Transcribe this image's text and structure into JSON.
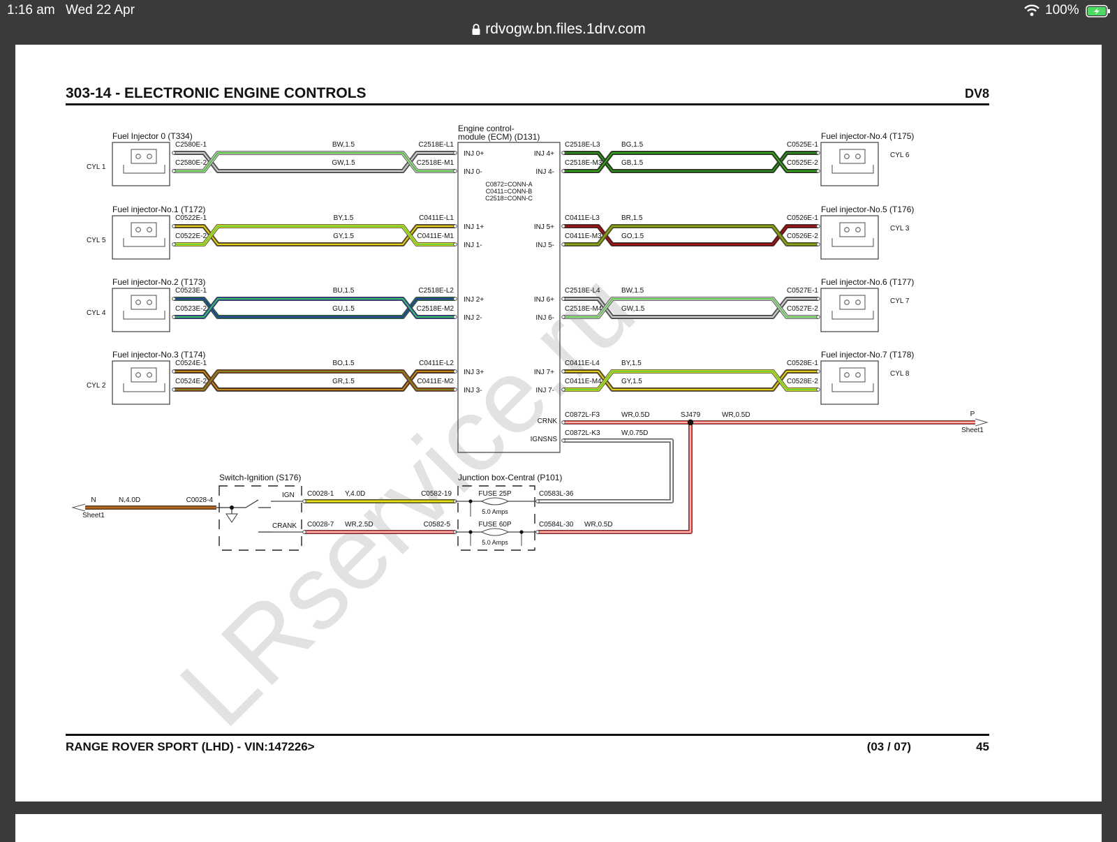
{
  "status_bar": {
    "time": "1:16 am",
    "date": "Wed 22 Apr",
    "url": "rdvogw.bn.files.1drv.com",
    "battery": "100%",
    "icons": [
      "wifi-icon",
      "battery-charging-icon",
      "lock-icon"
    ]
  },
  "header": {
    "title": "303-14 - ELECTRONIC ENGINE CONTROLS",
    "model": "DV8"
  },
  "footer": {
    "vehicle": "RANGE ROVER SPORT  (LHD) - VIN:147226>",
    "sheet": "(03 / 07)",
    "page": "45"
  },
  "watermark": "LRservice.ru",
  "ecm": {
    "title_line1": "Engine control-",
    "title_line2": "module (ECM) (D131)",
    "conn_lines": [
      "C0872=CONN-A",
      "C0411=CONN-B",
      "C2518=CONN-C"
    ],
    "pins_left": [
      "INJ 0+",
      "INJ 0-",
      "INJ 1+",
      "INJ 1-",
      "INJ 2+",
      "INJ 2-",
      "INJ 3+",
      "INJ 3-"
    ],
    "pins_right": [
      "INJ 4+",
      "INJ 4-",
      "INJ 5+",
      "INJ 5-",
      "INJ 6+",
      "INJ 6-",
      "INJ 7+",
      "INJ 7-",
      "CRNK",
      "IGNSNS"
    ]
  },
  "left_injectors": [
    {
      "title": "Fuel Injector 0 (T334)",
      "cyl": "CYL 1",
      "c1": "C2580E-1",
      "c2": "C2580E-2",
      "w1": "BW,1.5",
      "w2": "GW,1.5",
      "e1": "C2518E-L1",
      "e2": "C2518E-M1",
      "col1": [
        "#cfcfcf",
        "#5f5f5f"
      ],
      "col2": [
        "#4fbe3b",
        "#d0d0d0"
      ]
    },
    {
      "title": "Fuel injector-No.1 (T172)",
      "cyl": "CYL 5",
      "c1": "C0522E-1",
      "c2": "C0522E-2",
      "w1": "BY,1.5",
      "w2": "GY,1.5",
      "e1": "C0411E-L1",
      "e2": "C0411E-M1",
      "col1": [
        "#d9d420",
        "#6a4a1a"
      ],
      "col2": [
        "#6fd23a",
        "#d9d420"
      ]
    },
    {
      "title": "Fuel injector-No.2 (T173)",
      "cyl": "CYL 4",
      "c1": "C0523E-1",
      "c2": "C0523E-2",
      "w1": "BU,1.5",
      "w2": "GU,1.5",
      "e1": "C2518E-L2",
      "e2": "C2518E-M2",
      "col1": [
        "#2c3e9a",
        "#1d6d4c"
      ],
      "col2": [
        "#3cbf5a",
        "#2c3e9a"
      ]
    },
    {
      "title": "Fuel injector-No.3 (T174)",
      "cyl": "CYL 2",
      "c1": "C0524E-1",
      "c2": "C0524E-2",
      "w1": "BO,1.5",
      "w2": "GR,1.5",
      "e1": "C0411E-L2",
      "e2": "C0411E-M2",
      "col1": [
        "#c7861c",
        "#4a3218"
      ],
      "col2": [
        "#7c8a1c",
        "#8a3a22"
      ]
    }
  ],
  "right_injectors": [
    {
      "title": "Fuel injector-No.4 (T175)",
      "cyl": "CYL 6",
      "c1": "C0525E-1",
      "c2": "C0525E-2",
      "w1": "BG,1.5",
      "w2": "GB,1.5",
      "e1": "C2518E-L3",
      "e2": "C2518E-M3",
      "col1": [
        "#2f8f20",
        "#1f3a12"
      ],
      "col2": [
        "#3aa424",
        "#1f3a12"
      ]
    },
    {
      "title": "Fuel injector-No.5 (T176)",
      "cyl": "CYL 3",
      "c1": "C0526E-1",
      "c2": "C0526E-2",
      "w1": "BR,1.5",
      "w2": "GO,1.5",
      "e1": "C0411E-L3",
      "e2": "C0411E-M3",
      "col1": [
        "#a01818",
        "#5a1212"
      ],
      "col2": [
        "#8aa41c",
        "#5a6a12"
      ]
    },
    {
      "title": "Fuel injector-No.6 (T177)",
      "cyl": "CYL 7",
      "c1": "C0527E-1",
      "c2": "C0527E-2",
      "w1": "BW,1.5",
      "w2": "GW,1.5",
      "e1": "C2518E-L4",
      "e2": "C2518E-M4",
      "col1": [
        "#cfcfcf",
        "#5f5f5f"
      ],
      "col2": [
        "#5fc84a",
        "#d0d0d0"
      ]
    },
    {
      "title": "Fuel injector-No.7 (T178)",
      "cyl": "CYL 8",
      "c1": "C0528E-1",
      "c2": "C0528E-2",
      "w1": "BY,1.5",
      "w2": "GY,1.5",
      "e1": "C0411E-L4",
      "e2": "C0411E-M4",
      "col1": [
        "#d6d21e",
        "#6a4a1a"
      ],
      "col2": [
        "#6fd23a",
        "#d6d21e"
      ]
    }
  ],
  "crank": {
    "pin": "C0872L-F3",
    "wire1": "WR,0.5D",
    "splice": "SJ479",
    "wire2": "WR,0.5D",
    "dest_letter": "P",
    "dest_sheet": "Sheet1"
  },
  "ignsns": {
    "pin": "C0872L-K3",
    "wire": "W,0.75D"
  },
  "supply": {
    "letter": "N",
    "sheet": "Sheet1",
    "wire": "N,4.0D",
    "conn": "C0028-4"
  },
  "switch": {
    "title": "Switch-Ignition (S176)",
    "ign": "IGN",
    "crank": "CRANK",
    "out1": "C0028-1",
    "out2": "C0028-7"
  },
  "ign_wire": {
    "name": "Y,4.0D",
    "end": "C0582-19"
  },
  "crank_wire": {
    "name": "WR,2.5D",
    "end": "C0582-5"
  },
  "jbox": {
    "title": "Junction box-Central (P101)",
    "fuse1": "FUSE 25P",
    "amps1": "5.0 Amps",
    "fuse2": "FUSE 60P",
    "amps2": "5.0 Amps",
    "out1": "C0583L-36",
    "out2": "C0584L-30",
    "out2_wire": "WR,0.5D"
  },
  "colors": {
    "wire_red": "#e0403a",
    "wire_red_light": "#f7b9b5",
    "ign_yellow": "#e8e020",
    "ign_yellow_dark": "#8a8a10",
    "supply_brown": "#8a4a12",
    "line": "#4a4a4a"
  }
}
